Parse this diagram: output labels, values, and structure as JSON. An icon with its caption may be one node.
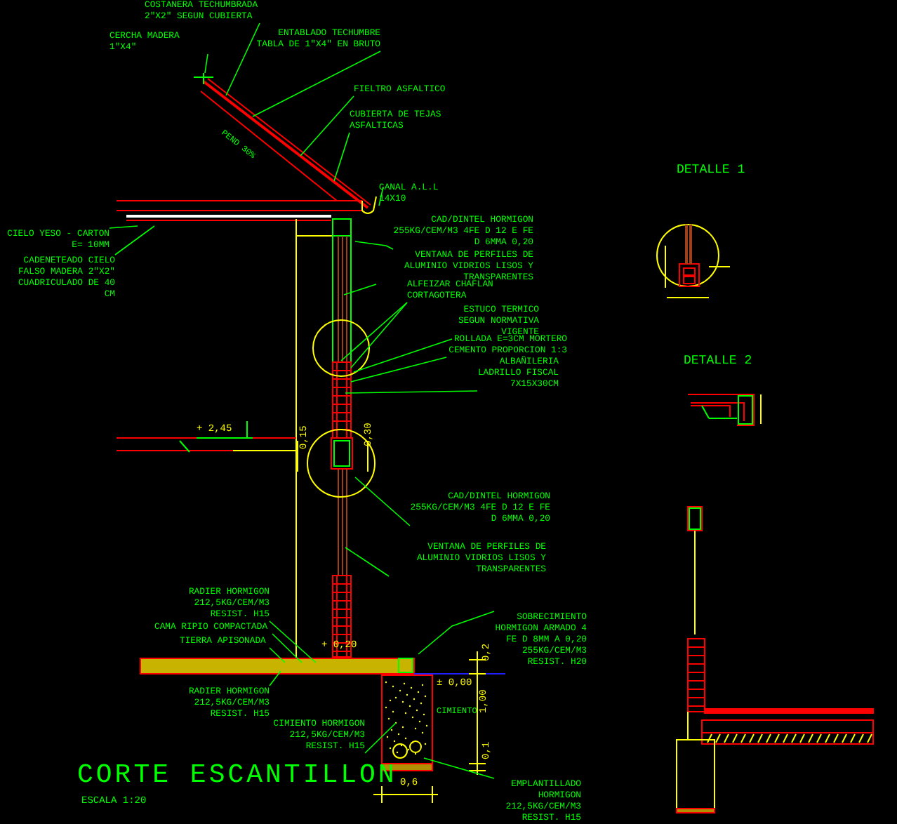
{
  "diagram": {
    "title": "CORTE ESCANTILLON",
    "nodes": [
      {
        "text": [
          "COSTANERA TECHUMBRADA 2\"X2\" SEGUN CUBIERTA"
        ]
      },
      {
        "text": [
          "CERCHA MADERA 1\"X4\""
        ]
      },
      {
        "text": [
          "ENTABLADO TECHUMBRE TABLA DE 1\"X4\" EN BRUTO"
        ]
      },
      {
        "text": [
          "FIELTRO ASFALTICO"
        ]
      },
      {
        "text": [
          "CUBIERTA DE TEJAS ASFALTICAS"
        ]
      },
      {
        "text": [
          "CANAL A.L.L 14X10"
        ]
      },
      {
        "text": [
          "CIELO YESO - CARTON E= 10MM"
        ]
      },
      {
        "text": [
          "CADENETEADO CIELO FALSO MADERA 2\"X2\" CUADRICULADO DE 40 CM"
        ]
      },
      {
        "text": [
          "CAD/DINTEL HORMIGON 255KG/CEM/M3 4FE D 12 E FE D 6MMA 0,20"
        ]
      },
      {
        "text": [
          "VENTANA DE PERFILES DE ALUMINIO VIDRIOS LISOS Y TRANSPARENTES"
        ]
      },
      {
        "text": [
          "ALFEIZAR CHAFLAN CORTAGOTERA"
        ]
      },
      {
        "text": [
          "ESTUCO TERMICO SEGUN NORMATIVA VIGENTE"
        ]
      },
      {
        "text": [
          "ROLLADA E=3CM MORTERO CEMENTO PROPORCION 1:3"
        ]
      },
      {
        "text": [
          "ALBAÑILERIA LADRILLO FISCAL 7X15X30CM"
        ]
      },
      {
        "text": [
          "CAD/DINTEL HORMIGON 255KG/CEM/M3 4FE D 12 E FE D 6MMA 0,20"
        ]
      },
      {
        "text": [
          "VENTANA DE PERFILES DE ALUMINIO VIDRIOS LISOS Y TRANSPARENTES"
        ]
      },
      {
        "text": [
          "RADIER HORMIGON 212,5KG/CEM/M3 RESIST. H15"
        ]
      },
      {
        "text": [
          "CAMA RIPIO COMPACTADA"
        ]
      },
      {
        "text": [
          "TIERRA APISONADA"
        ]
      },
      {
        "text": [
          "RADIER HORMIGON 212,5KG/CEM/M3 RESIST. H15"
        ]
      },
      {
        "text": [
          "SOBRECIMIENTO HORMIGON ARMADO 4 FE D 8MM A 0,20 255KG/CEM/M3 RESIST. H20"
        ]
      },
      {
        "text": [
          "CIMIENTO HORMIGON 212,5KG/CEM/M3 RESIST. H15"
        ]
      },
      {
        "text": [
          "EMPLANTILLADO HORMIGON 212,5KG/CEM/M3 RESIST. H15"
        ]
      }
    ],
    "edges": [
      {
        "from": 0,
        "to": null,
        "arrow": "none"
      },
      {
        "from": 1,
        "to": null,
        "arrow": "none"
      },
      {
        "from": 2,
        "to": null,
        "arrow": "none"
      },
      {
        "from": 3,
        "to": null,
        "arrow": "none"
      },
      {
        "from": 4,
        "to": null,
        "arrow": "none"
      },
      {
        "from": 5,
        "to": null,
        "arrow": "none"
      },
      {
        "from": 6,
        "to": null,
        "arrow": "none"
      },
      {
        "from": 7,
        "to": null,
        "arrow": "none"
      },
      {
        "from": 8,
        "to": null,
        "arrow": "none"
      },
      {
        "from": 9,
        "to": null,
        "arrow": "none"
      },
      {
        "from": 10,
        "to": null,
        "arrow": "none"
      },
      {
        "from": 10,
        "to": null,
        "arrow": "none"
      },
      {
        "from": 11,
        "to": null,
        "arrow": "none"
      },
      {
        "from": 12,
        "to": null,
        "arrow": "none"
      },
      {
        "from": 13,
        "to": null,
        "arrow": "none"
      },
      {
        "from": 14,
        "to": null,
        "arrow": "none"
      },
      {
        "from": 15,
        "to": null,
        "arrow": "none"
      },
      {
        "from": 16,
        "to": null,
        "arrow": "none"
      },
      {
        "from": 17,
        "to": null,
        "arrow": "none"
      },
      {
        "from": 18,
        "to": null,
        "arrow": "none"
      },
      {
        "from": 19,
        "to": null,
        "arrow": "none"
      },
      {
        "from": 20,
        "to": null,
        "arrow": "none"
      },
      {
        "from": 21,
        "to": null,
        "arrow": "none"
      },
      {
        "from": 22,
        "to": null,
        "arrow": "none"
      }
    ],
    "labels": [
      "PEND 30%",
      "+ 2,45",
      "0,15",
      "0,30",
      "+ 0,20",
      "± 0,00",
      "0,2",
      "1,00",
      "0,1",
      "0,6",
      "CIMIENTO",
      "ESCALA 1:20",
      "DETALLE 1",
      "DETALLE 2"
    ]
  }
}
